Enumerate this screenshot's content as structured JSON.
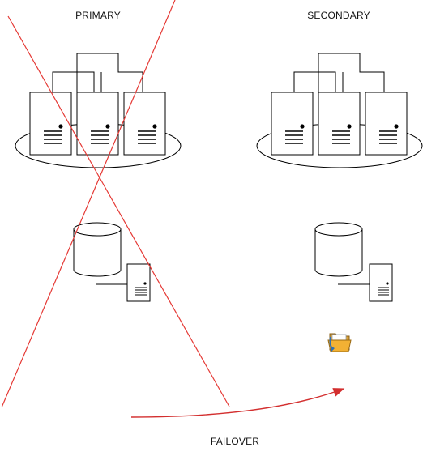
{
  "labels": {
    "primary": "PRIMARY",
    "secondary": "SECONDARY",
    "failover": "FAILOVER"
  },
  "sites": [
    {
      "name": "primary",
      "status": "failed",
      "servers": 3,
      "has_database": true,
      "has_db_server": true
    },
    {
      "name": "secondary",
      "status": "active",
      "servers": 3,
      "has_database": true,
      "has_db_server": true
    }
  ],
  "icons": {
    "failure_mark": "red-x-icon",
    "folder": "folder-icon",
    "arrow": "failover-arrow-icon"
  },
  "colors": {
    "line": "#000000",
    "failure": "#e53935",
    "arrow": "#d32f2f",
    "folder": "#f2b134"
  }
}
